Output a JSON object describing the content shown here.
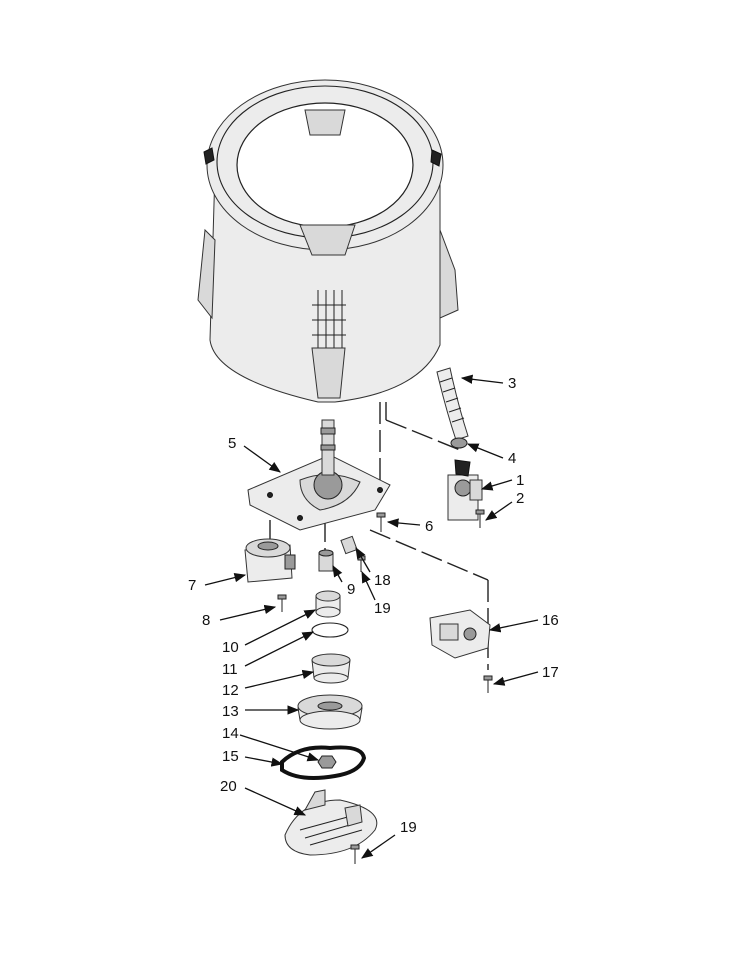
{
  "callouts": [
    {
      "id": "c1",
      "label": "1"
    },
    {
      "id": "c2",
      "label": "2"
    },
    {
      "id": "c3",
      "label": "3"
    },
    {
      "id": "c4",
      "label": "4"
    },
    {
      "id": "c5",
      "label": "5"
    },
    {
      "id": "c6",
      "label": "6"
    },
    {
      "id": "c7",
      "label": "7"
    },
    {
      "id": "c8",
      "label": "8"
    },
    {
      "id": "c9",
      "label": "9"
    },
    {
      "id": "c10",
      "label": "10"
    },
    {
      "id": "c11",
      "label": "11"
    },
    {
      "id": "c12",
      "label": "12"
    },
    {
      "id": "c13",
      "label": "13"
    },
    {
      "id": "c14",
      "label": "14"
    },
    {
      "id": "c15",
      "label": "15"
    },
    {
      "id": "c16",
      "label": "16"
    },
    {
      "id": "c17",
      "label": "17"
    },
    {
      "id": "c18",
      "label": "18"
    },
    {
      "id": "c19a",
      "label": "19"
    },
    {
      "id": "c19b",
      "label": "19"
    },
    {
      "id": "c20",
      "label": "20"
    }
  ]
}
